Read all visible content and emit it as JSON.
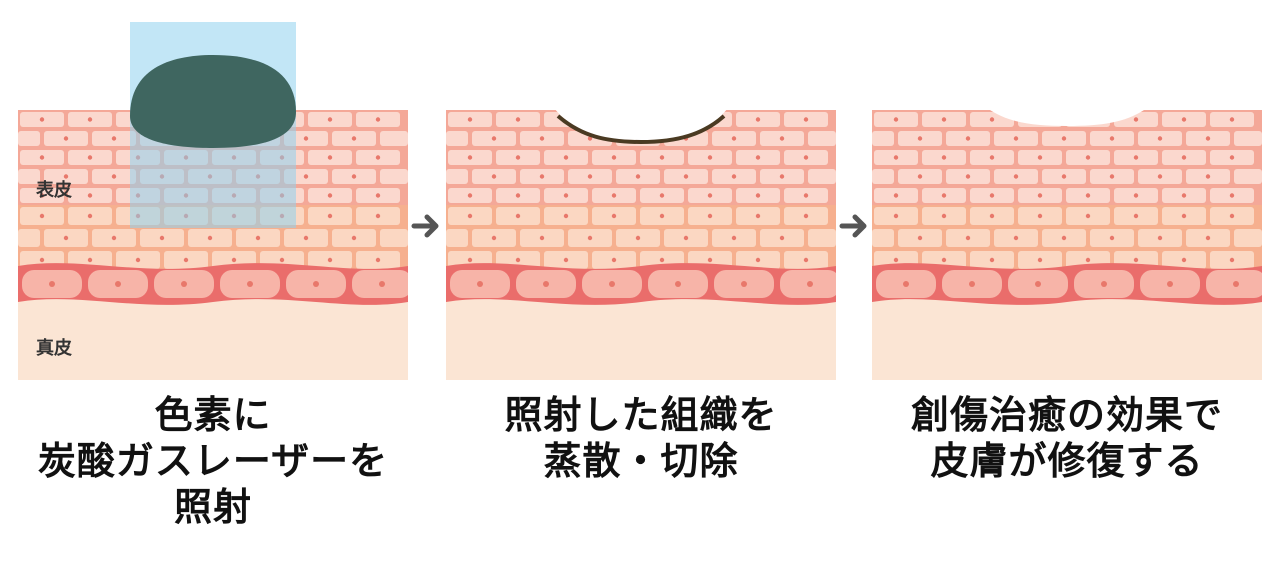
{
  "colors": {
    "outer_layer": "#f4a898",
    "outer_cell": "#fbd8ce",
    "mid_layer": "#f6b08f",
    "mid_cell": "#fbd7c2",
    "basal_line": "#ea6d6b",
    "basal_cell": "#f7b4a8",
    "dermis": "#fbe5d4",
    "nucleus": "#e8786b",
    "laser": "#8fd1ee",
    "pigment": "#3f6660",
    "arrow": "#555555"
  },
  "labels": {
    "epidermis": "表皮",
    "dermis": "真皮"
  },
  "steps": [
    {
      "caption_lines": [
        "色素に",
        "炭酸ガスレーザーを",
        "照射"
      ]
    },
    {
      "caption_lines": [
        "照射した組織を",
        "蒸散・切除"
      ]
    },
    {
      "caption_lines": [
        "創傷治癒の効果で",
        "皮膚が修復する"
      ]
    }
  ]
}
